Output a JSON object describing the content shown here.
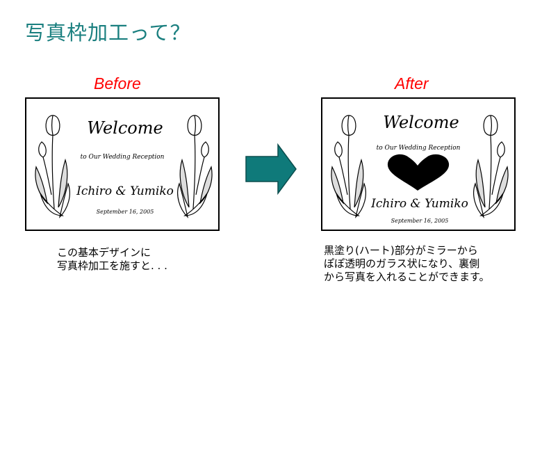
{
  "title": "写真枠加工って？",
  "before": {
    "heading": "Before",
    "card": {
      "welcome": "Welcome",
      "sub": "to Our Wedding Reception",
      "names": "Ichiro & Yumiko",
      "date": "September 16, 2005"
    },
    "caption": [
      "この基本デザインに",
      "写真枠加工を施すと. . ."
    ]
  },
  "after": {
    "heading": "After",
    "card": {
      "welcome": "Welcome",
      "sub": "to Our Wedding Reception",
      "names": "Ichiro & Yumiko",
      "date": "September 16, 2005"
    },
    "caption": [
      "黒塗り(ハート)部分がミラーから",
      "ぽぽ透明のガラス状になり、裏側",
      "から写真を入れることができます。"
    ]
  },
  "colors": {
    "title": "#1a7f7f",
    "heading": "#ff0000",
    "arrow": "#0f7a7a"
  },
  "icons": {
    "arrow": "right-arrow-icon",
    "heart": "heart-icon",
    "tulip": "tulip-icon"
  }
}
